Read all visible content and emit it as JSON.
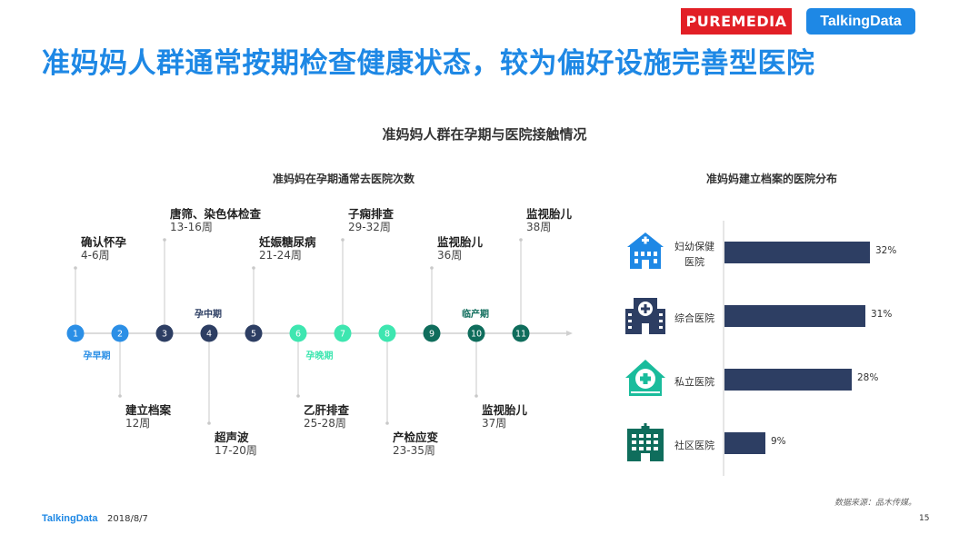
{
  "header": {
    "title": "准妈妈人群通常按期检查健康状态，较为偏好设施完善型医院",
    "logo_pure": "PUREMEDIA",
    "logo_td": "TalkingData"
  },
  "section_title": "准妈妈人群在孕期与医院接触情况",
  "timeline": {
    "subtitle": "准妈妈在孕期通常去医院次数",
    "nodes": [
      "1",
      "2",
      "3",
      "4",
      "5",
      "6",
      "7",
      "8",
      "9",
      "10",
      "11"
    ],
    "node_colors": [
      "#2b8fe6",
      "#2b8fe6",
      "#2d3e63",
      "#2d3e63",
      "#2d3e63",
      "#3ee6b0",
      "#3ee6b0",
      "#3ee6b0",
      "#0f6d5c",
      "#0f6d5c",
      "#0f6d5c"
    ],
    "phases": [
      {
        "label": "孕早期",
        "color": "#2b8fe6"
      },
      {
        "label": "孕中期",
        "color": "#2d3e63"
      },
      {
        "label": "孕晚期",
        "color": "#3ee6b0"
      },
      {
        "label": "临产期",
        "color": "#0f6d5c"
      }
    ],
    "milestones": [
      {
        "title": "确认怀孕",
        "week": "4-6周"
      },
      {
        "title": "建立档案",
        "week": "12周"
      },
      {
        "title": "唐筛、染色体检查",
        "week": "13-16周"
      },
      {
        "title": "超声波",
        "week": "17-20周"
      },
      {
        "title": "妊娠糖尿病",
        "week": "21-24周"
      },
      {
        "title": "乙肝排查",
        "week": "25-28周"
      },
      {
        "title": "子痫排查",
        "week": "29-32周"
      },
      {
        "title": "产检应变",
        "week": "23-35周"
      },
      {
        "title": "监视胎儿",
        "week": "36周"
      },
      {
        "title": "监视胎儿",
        "week": "37周"
      },
      {
        "title": "监视胎儿",
        "week": "38周"
      }
    ]
  },
  "chart_data": {
    "type": "bar",
    "orientation": "horizontal",
    "title": "准妈妈建立档案的医院分布",
    "categories": [
      "妇幼保健医院",
      "综合医院",
      "私立医院",
      "社区医院"
    ],
    "category_lines": [
      [
        "妇幼保健",
        "医院"
      ],
      [
        "综合医院"
      ],
      [
        "私立医院"
      ],
      [
        "社区医院"
      ]
    ],
    "values": [
      32,
      31,
      28,
      9
    ],
    "value_labels": [
      "32%",
      "31%",
      "28%",
      "9%"
    ],
    "unit": "%",
    "xlim": [
      0,
      40
    ],
    "bar_color": "#2d3e63",
    "icon_color": "#1e88e5",
    "icons": [
      "maternity-hospital-icon",
      "general-hospital-icon",
      "private-hospital-icon",
      "community-hospital-icon"
    ],
    "grid": false,
    "legend": "none"
  },
  "footer": {
    "logo": "TalkingData",
    "date": "2018/8/7",
    "source": "数据来源：品木传媒。",
    "page": "15"
  }
}
